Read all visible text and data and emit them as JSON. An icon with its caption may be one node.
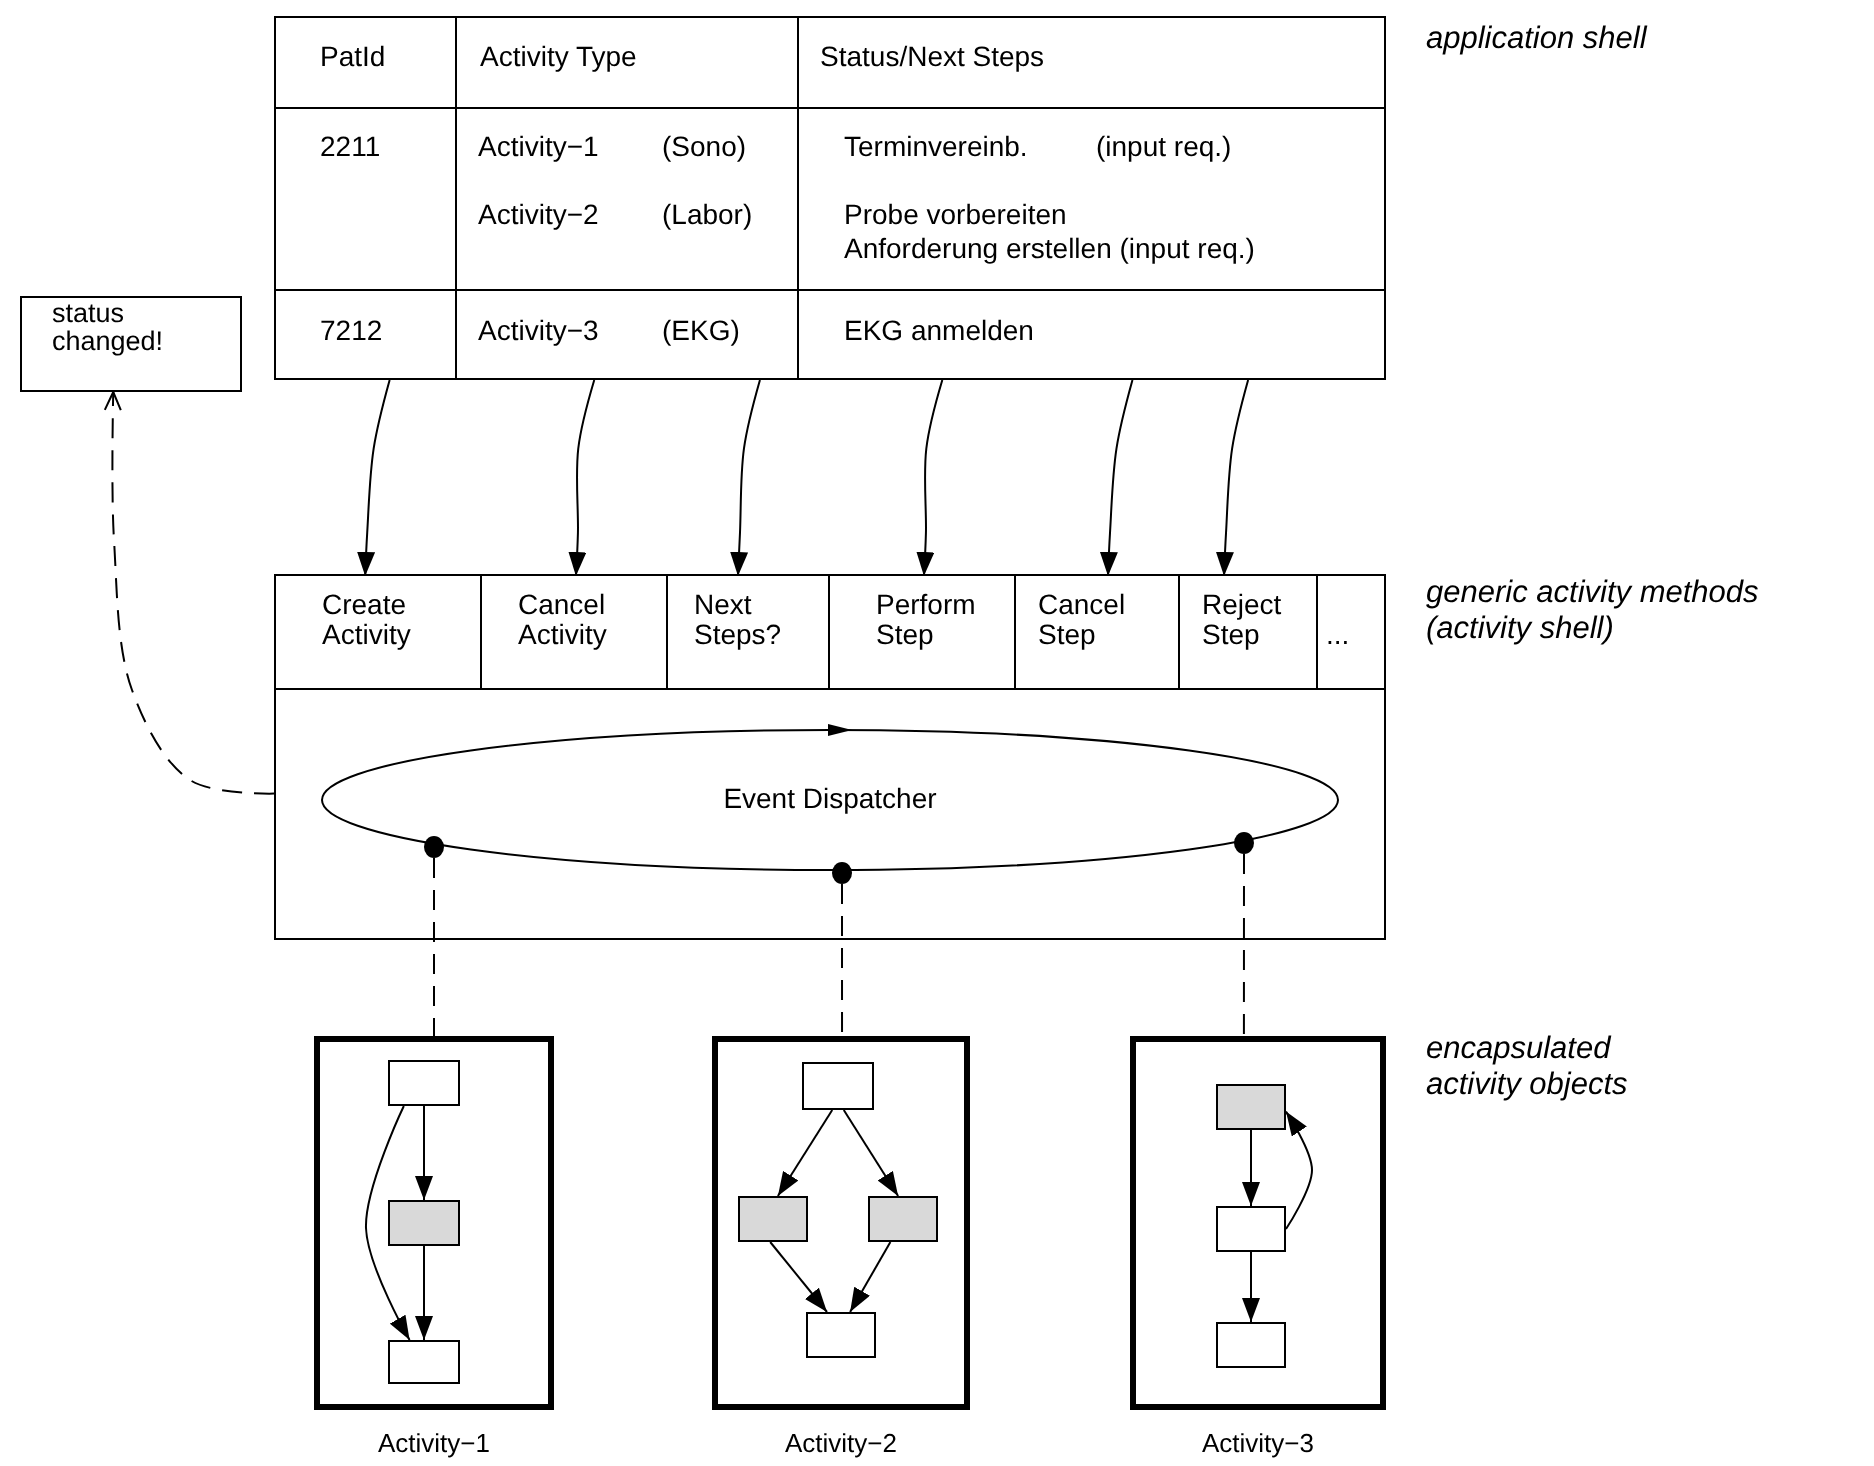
{
  "diagram": {
    "nodes": [
      {
        "text": [
          "PatId",
          "Activity Type",
          "Status/Next Steps",
          "2211",
          "Activity−1",
          "(Sono)",
          "Terminvereinb.",
          "(input req.)",
          "Activity−2",
          "(Labor)",
          "Probe vorbereiten",
          "Anforderung erstellen (input req.)",
          "7212",
          "Activity−3",
          "(EKG)",
          "EKG anmelden"
        ]
      },
      {
        "text": [
          "status changed!"
        ]
      },
      {
        "text": [],
        "shape": "box"
      },
      {
        "text": [
          "Create Activity"
        ],
        "in": 2
      },
      {
        "text": [
          "Cancel Activity"
        ],
        "in": 2
      },
      {
        "text": [
          "Next Steps?"
        ],
        "in": 2
      },
      {
        "text": [
          "Perform Step"
        ],
        "in": 2
      },
      {
        "text": [
          "Cancel Step"
        ],
        "in": 2
      },
      {
        "text": [
          "Reject Step"
        ],
        "in": 2
      },
      {
        "text": [
          "..."
        ],
        "in": 2
      },
      {
        "text": [
          "Event Dispatcher"
        ],
        "in": 2
      },
      {
        "text": [],
        "shape": "circle",
        "in": 2
      },
      {
        "text": [],
        "shape": "circle",
        "in": 2
      },
      {
        "text": [],
        "shape": "circle",
        "in": 2
      },
      {
        "text": [],
        "shape": "box",
        "beside": [
          "Activity−1"
        ]
      },
      {
        "text": [],
        "shape": "box",
        "in": 14
      },
      {
        "text": [],
        "shape": "box",
        "in": 14
      },
      {
        "text": [],
        "shape": "box",
        "in": 14
      },
      {
        "text": [],
        "shape": "box",
        "beside": [
          "Activity−2"
        ]
      },
      {
        "text": [],
        "shape": "box",
        "in": 18
      },
      {
        "text": [],
        "shape": "box",
        "in": 18
      },
      {
        "text": [],
        "shape": "box",
        "in": 18
      },
      {
        "text": [],
        "shape": "box",
        "in": 18
      },
      {
        "text": [],
        "shape": "box",
        "beside": [
          "Activity−3"
        ]
      },
      {
        "text": [],
        "shape": "box",
        "in": 23
      },
      {
        "text": [],
        "shape": "box",
        "in": 23
      },
      {
        "text": [],
        "shape": "box",
        "in": 23
      }
    ],
    "edges": [
      {
        "from": 0,
        "to": 3,
        "arrow": "to"
      },
      {
        "from": 0,
        "to": 4,
        "arrow": "to"
      },
      {
        "from": 0,
        "to": 5,
        "arrow": "to"
      },
      {
        "from": 0,
        "to": 6,
        "arrow": "to"
      },
      {
        "from": 0,
        "to": 7,
        "arrow": "to"
      },
      {
        "from": 0,
        "to": 8,
        "arrow": "to"
      },
      {
        "from": 2,
        "to": 1,
        "arrow": "to",
        "style": "dashed"
      },
      {
        "from": 11,
        "to": 14,
        "arrow": "none",
        "style": "dashed"
      },
      {
        "from": 12,
        "to": 18,
        "arrow": "none",
        "style": "dashed"
      },
      {
        "from": 13,
        "to": 23,
        "arrow": "none",
        "style": "dashed"
      },
      {
        "from": 15,
        "to": 16,
        "arrow": "to"
      },
      {
        "from": 16,
        "to": 17,
        "arrow": "to"
      },
      {
        "from": 15,
        "to": 17,
        "arrow": "to"
      },
      {
        "from": 19,
        "to": 20,
        "arrow": "to"
      },
      {
        "from": 19,
        "to": 21,
        "arrow": "to"
      },
      {
        "from": 20,
        "to": 22,
        "arrow": "to"
      },
      {
        "from": 21,
        "to": 22,
        "arrow": "to"
      },
      {
        "from": 24,
        "to": 25,
        "arrow": "to"
      },
      {
        "from": 25,
        "to": 26,
        "arrow": "to"
      },
      {
        "from": 25,
        "to": 24,
        "arrow": "to"
      }
    ],
    "labels": [
      "application shell",
      "generic activity methods (activity shell)",
      "encapsulated activity objects"
    ]
  }
}
